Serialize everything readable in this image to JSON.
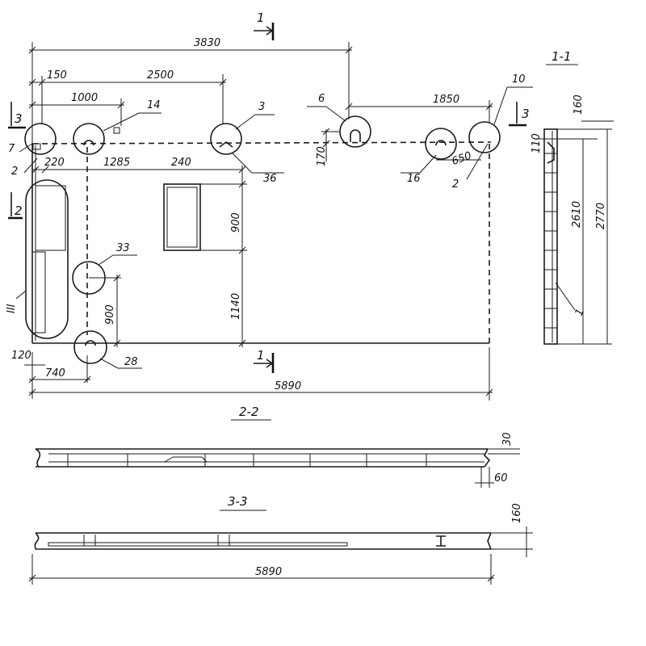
{
  "section_labels": {
    "s11": "1-1",
    "s22": "2-2",
    "s33": "3-3",
    "cut1_top": "1",
    "cut1_bottom": "1",
    "cut2": "2",
    "cut3_left": "3",
    "cut3_right": "3"
  },
  "plan_dimensions": {
    "d3830": "3830",
    "d150": "150",
    "d2500": "2500",
    "d1000": "1000",
    "d1850": "1850",
    "d220": "220",
    "d1285": "1285",
    "d240": "240",
    "d900_opening": "900",
    "d1140": "1140",
    "d900_left": "900",
    "d170": "170",
    "d650": "650",
    "d120": "120",
    "d740": "740",
    "d5890": "5890"
  },
  "callouts": {
    "c14": "14",
    "c3": "3",
    "c6": "6",
    "c10": "10",
    "c7": "7",
    "c2_left": "2",
    "c2_right": "2",
    "c36": "36",
    "c16": "16",
    "c33": "33",
    "c28": "28",
    "cIII": "III"
  },
  "section_1_1": {
    "d160": "160",
    "d110": "110",
    "d2610": "2610",
    "d2770": "2770",
    "callout_1": "1"
  },
  "section_2_2": {
    "d30": "30",
    "d60": "60"
  },
  "section_3_3": {
    "d160": "160",
    "d5890": "5890"
  }
}
